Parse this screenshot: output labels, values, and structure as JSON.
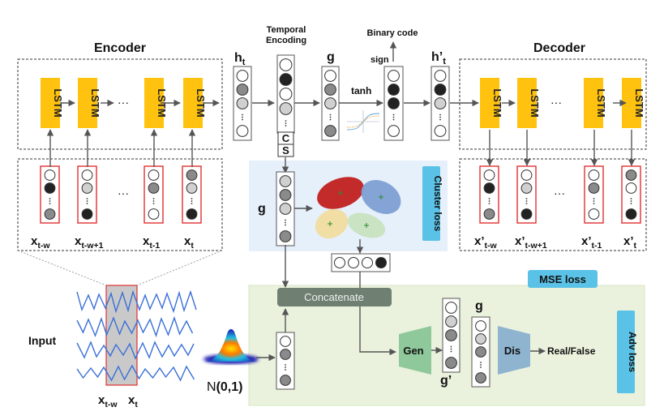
{
  "labels": {
    "encoder": "Encoder",
    "decoder": "Decoder",
    "ht": "h",
    "ht_sub": "t",
    "htp": "h’",
    "htp_sub": "t",
    "temporal_encoding_1": "Temporal",
    "temporal_encoding_2": "Encoding",
    "g_top": "g",
    "binary_code": "Binary code",
    "sign": "sign",
    "tanh": "tanh",
    "c_label": "C",
    "s_label": "S",
    "g_mid": "g",
    "cluster_loss": "Cluster loss",
    "concatenate": "Concatenate",
    "mse_loss": "MSE loss",
    "input": "Input",
    "noise_n": "N",
    "noise_args": "(0,1)",
    "gen": "Gen",
    "dis": "Dis",
    "real_false": "Real/False",
    "adv_loss": "Adv loss",
    "g_right": "g",
    "g_prime": "g’",
    "lstm": "LSTM",
    "ellipsis": "···",
    "enc_x": [
      {
        "base": "x",
        "sub": "t-w"
      },
      {
        "base": "x",
        "sub": "t-w+1"
      },
      {
        "base": "x",
        "sub": "t-1"
      },
      {
        "base": "x",
        "sub": "t"
      }
    ],
    "dec_x": [
      {
        "base": "x’",
        "sub": "t-w"
      },
      {
        "base": "x’",
        "sub": "t-w+1"
      },
      {
        "base": "x’",
        "sub": "t-1"
      },
      {
        "base": "x’",
        "sub": "t"
      }
    ],
    "input_range": [
      {
        "base": "x",
        "sub": "t-w"
      },
      {
        "base": "x",
        "sub": "t"
      }
    ]
  },
  "colors": {
    "lstm": "#ffc20e",
    "red_border": "#e03030",
    "cluster_bg": "#e6f0fb",
    "adv_bg": "#eaf2dd",
    "loss_box": "#5bc2e7",
    "concat_box": "#6f7f72",
    "gen": "#8fc89a",
    "dis": "#8fb4d0",
    "series": "#3a6fd8",
    "cluster_red": "#c0201e",
    "cluster_blue": "#7f9fd4",
    "cluster_yellow": "#f0dca0",
    "cluster_green": "#c8e2c0"
  }
}
